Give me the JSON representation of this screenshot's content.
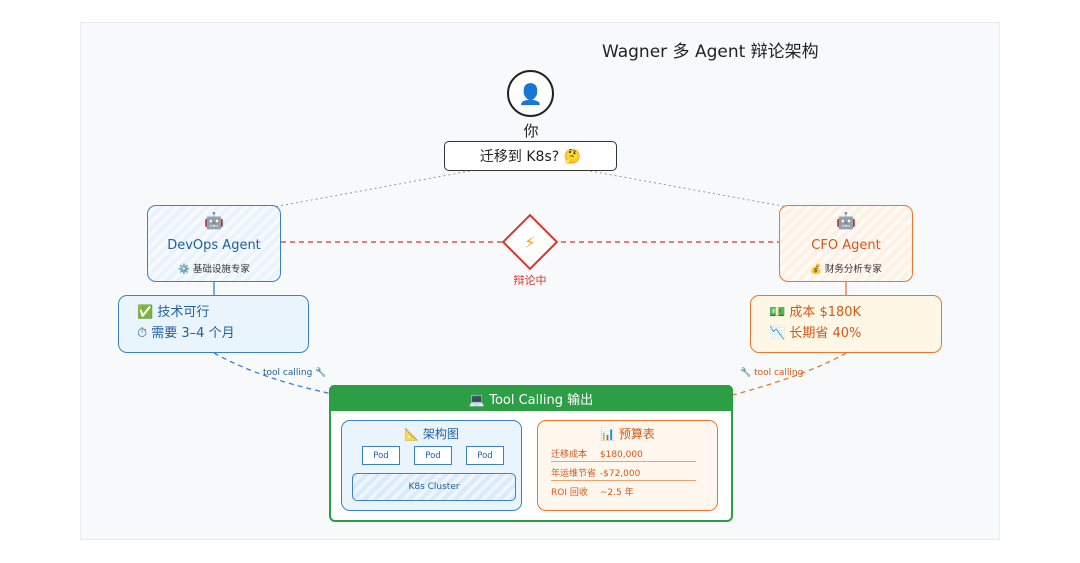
{
  "title": "Wagner 多 Agent 辩论架构",
  "user": {
    "avatar_icon": "user-icon",
    "label": "你",
    "question": "迁移到 K8s? 🤔"
  },
  "debate": {
    "icon": "lightning-icon",
    "label": "辩论中"
  },
  "devops": {
    "icon": "robot-icon",
    "name": "DevOps Agent",
    "role": "⚙️ 基础设施专家",
    "opinion": [
      "✅ 技术可行",
      "⏱ 需要 3–4 个月"
    ],
    "tool_label": "tool calling 🔧"
  },
  "cfo": {
    "icon": "robot-icon",
    "name": "CFO Agent",
    "role": "💰 财务分析专家",
    "opinion": [
      "💵 成本 $180K",
      "📉 长期省 40%"
    ],
    "tool_label": "🔧 tool calling"
  },
  "output": {
    "title": "💻 Tool Calling 输出",
    "arch": {
      "title": "📐 架构图",
      "pods": [
        "Pod",
        "Pod",
        "Pod"
      ],
      "cluster": "K8s Cluster"
    },
    "budget": {
      "title": "📊 预算表",
      "rows": [
        {
          "key": "迁移成本",
          "value": "$180,000"
        },
        {
          "key": "年运维节省",
          "value": "-$72,000"
        },
        {
          "key": "ROI 回收",
          "value": "~2.5 年"
        }
      ]
    }
  },
  "colors": {
    "devops": "#3b82c4",
    "cfo": "#e8772e",
    "debate": "#d9342b",
    "output": "#2e9e46"
  }
}
